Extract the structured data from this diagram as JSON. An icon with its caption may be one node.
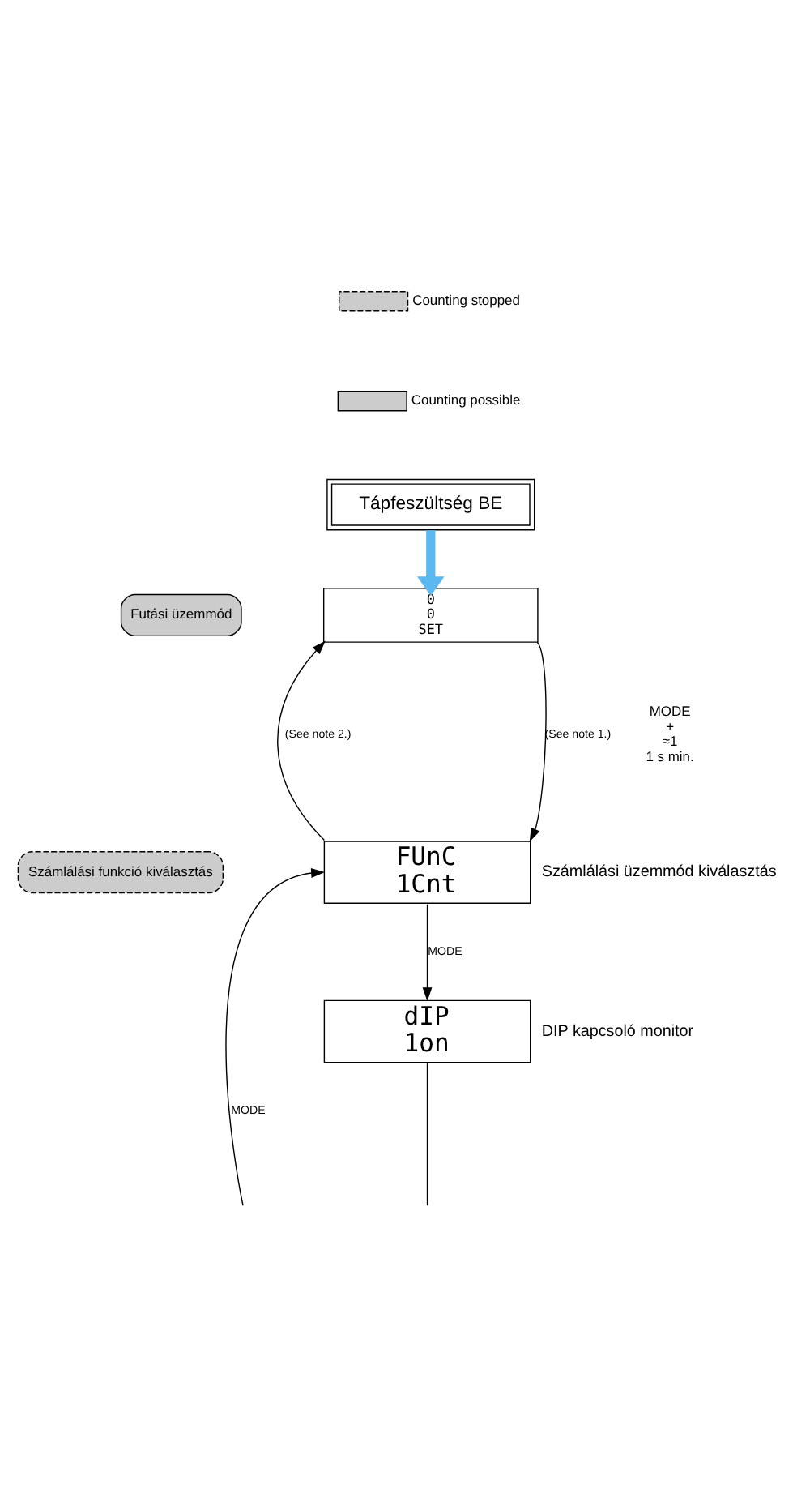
{
  "diagram": {
    "nodes": [
      {
        "text": [
          "Tápfeszültség BE"
        ]
      },
      {
        "text": [
          "0",
          "0",
          "SET"
        ]
      },
      {
        "text": [
          "FUnC",
          "1Cnt"
        ],
        "beside": [
          "Számlálási üzemmód kiválasztás"
        ]
      },
      {
        "text": [
          "dIP",
          "1on"
        ],
        "beside": [
          "DIP kapcsoló monitor"
        ]
      },
      {
        "text": [
          "Futási üzemmód"
        ]
      },
      {
        "text": [
          "Számlálási funkció kiválasztás"
        ]
      }
    ],
    "edges": [
      {
        "from": 0,
        "to": 1,
        "arrow": "to",
        "style": "thick",
        "color": "#5bb8f0"
      },
      {
        "from": 2,
        "to": 1,
        "arrow": "to",
        "label": "(See note 2.)"
      },
      {
        "from": 1,
        "to": 2,
        "arrow": "to",
        "label": "(See note 1.)"
      },
      {
        "from": null,
        "to": 2,
        "arrow": "to",
        "label": "MODE"
      },
      {
        "from": 2,
        "to": 3,
        "arrow": "to",
        "label": "MODE"
      },
      {
        "from": 3,
        "to": null,
        "arrow": "none"
      }
    ],
    "labels": [
      "MODE",
      "+",
      "≈1",
      "1 s min."
    ],
    "legend": [
      {
        "text": "Counting stopped"
      },
      {
        "text": "Counting possible"
      }
    ]
  }
}
